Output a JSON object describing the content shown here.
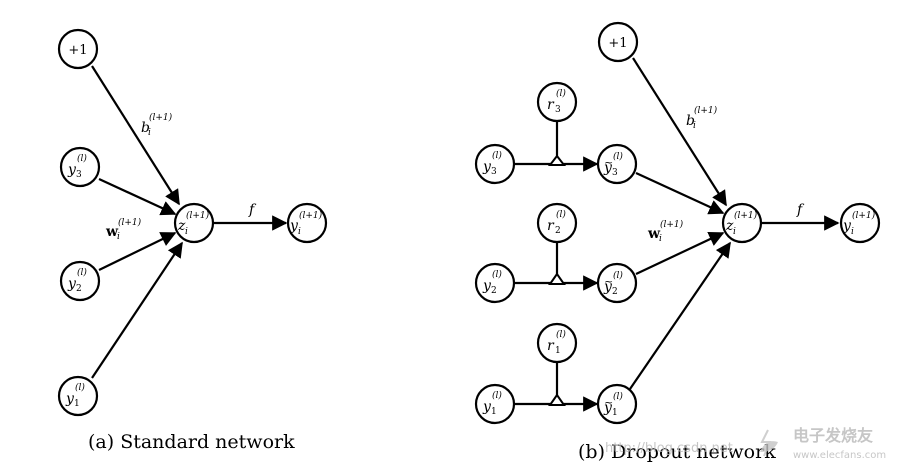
{
  "captions": {
    "standard": "(a) Standard network",
    "dropout": "(b) Dropout network"
  },
  "labels": {
    "bias": "+1",
    "f": "f",
    "b_base": "b",
    "b_sup": "(l+1)",
    "w_base": "w",
    "w_sup": "(l+1)",
    "i": "i",
    "l": "(l)",
    "lp1": "(l+1)",
    "y": "y",
    "z": "z",
    "r": "r",
    "tilde": "~",
    "n1": "1",
    "n2": "2",
    "n3": "3"
  },
  "watermark": {
    "url": "http://blog.csdn.net",
    "brand": "电子发烧友",
    "domain": "www.elecfans.com"
  }
}
